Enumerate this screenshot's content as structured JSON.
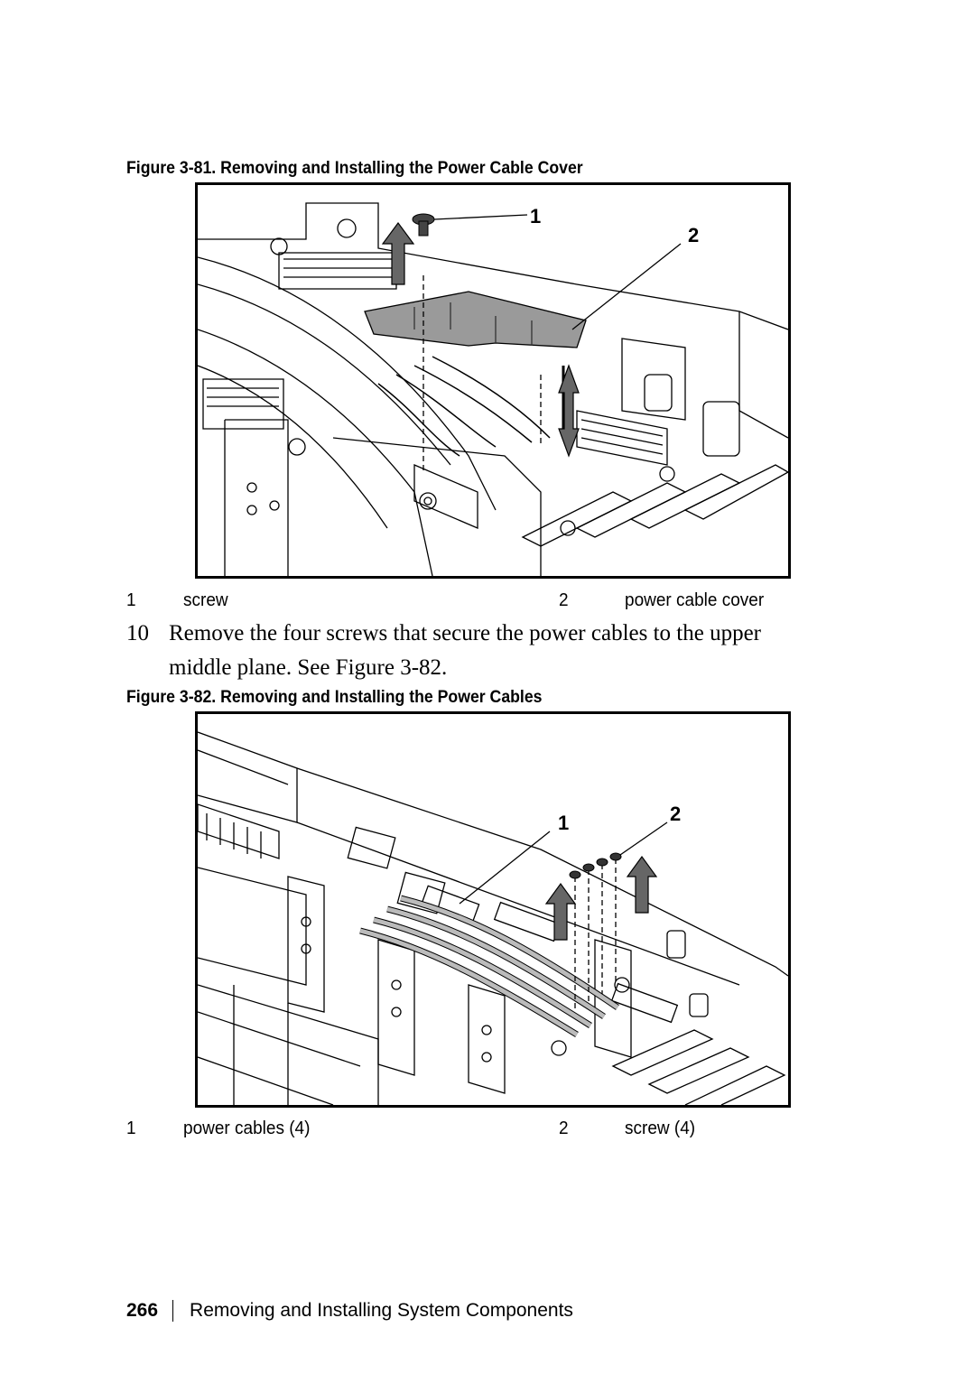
{
  "figure1": {
    "caption": "Figure 3-81.   Removing and Installing the Power Cable Cover",
    "callout_1": "1",
    "callout_2": "2",
    "legend": [
      {
        "num": "1",
        "label": "screw"
      },
      {
        "num": "2",
        "label": "power cable cover"
      }
    ]
  },
  "step": {
    "number": "10",
    "text": "Remove the four screws that secure the power cables to the upper middle plane. See Figure 3-82."
  },
  "figure2": {
    "caption": "Figure 3-82.   Removing and Installing the Power Cables",
    "callout_1": "1",
    "callout_2": "2",
    "legend": [
      {
        "num": "1",
        "label": "power cables (4)"
      },
      {
        "num": "2",
        "label": "screw  (4)"
      }
    ]
  },
  "footer": {
    "page_number": "266",
    "section": "Removing and Installing System Components"
  }
}
